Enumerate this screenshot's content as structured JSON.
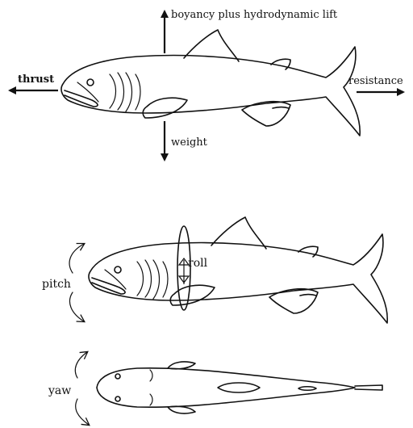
{
  "forces": {
    "lift": "boyancy plus hydrodynamic lift",
    "thrust": "thrust",
    "resistance": "resistance",
    "weight": "weight"
  },
  "rotations": {
    "roll": "roll",
    "pitch": "pitch",
    "yaw": "yaw"
  },
  "colors": {
    "ink": "#111111",
    "background": "#ffffff"
  }
}
